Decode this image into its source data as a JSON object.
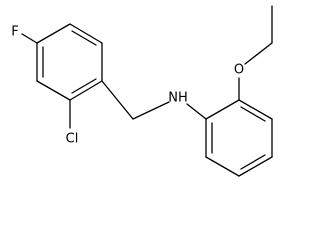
{
  "molecule": {
    "atoms": {
      "fluorine": "F",
      "chlorine": "Cl",
      "amine": "NH",
      "oxygen": "O"
    }
  }
}
